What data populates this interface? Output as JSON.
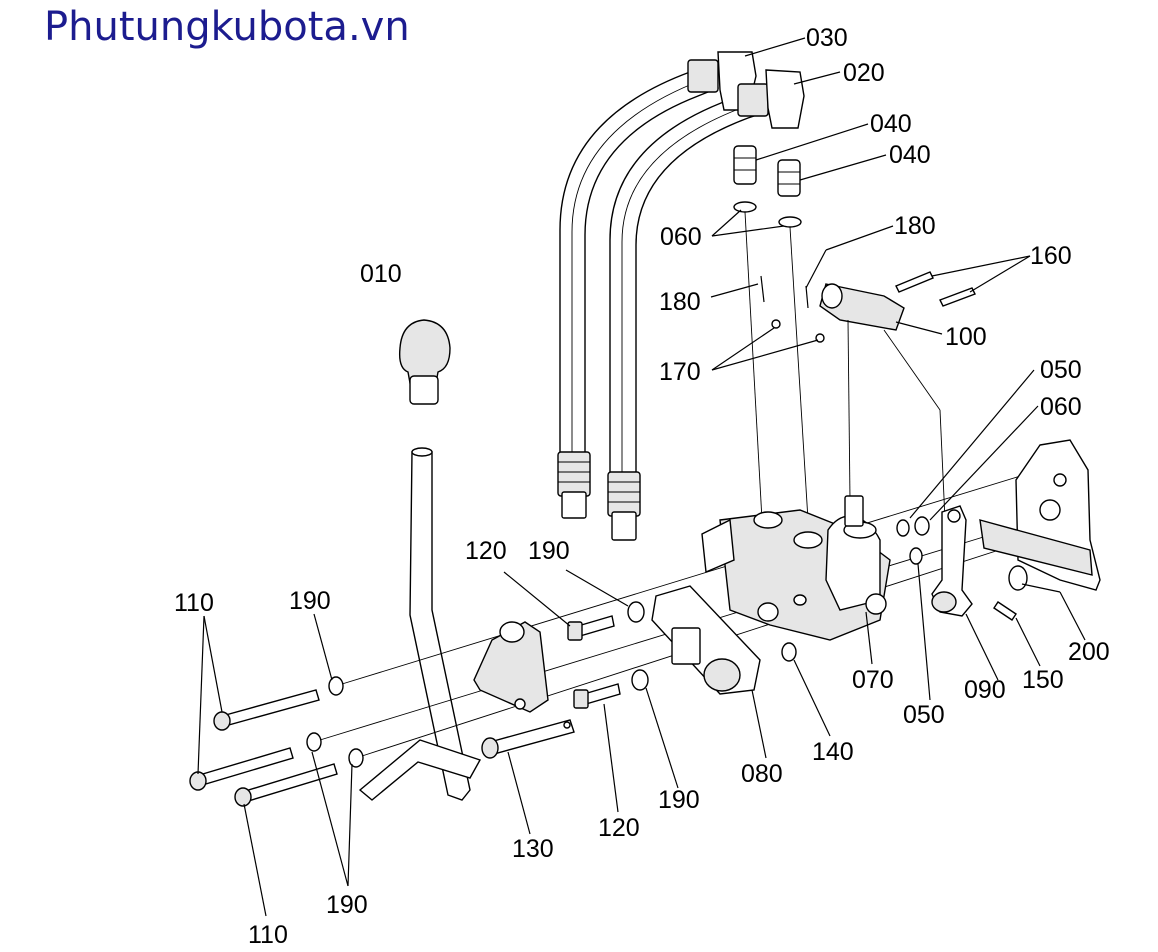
{
  "site": {
    "title": "Phutungkubota.vn",
    "title_color": "#1c1c8f"
  },
  "callouts": [
    {
      "id": "030",
      "text": "030"
    },
    {
      "id": "020",
      "text": "020"
    },
    {
      "id": "040a",
      "text": "040"
    },
    {
      "id": "040b",
      "text": "040"
    },
    {
      "id": "060a",
      "text": "060"
    },
    {
      "id": "180a",
      "text": "180"
    },
    {
      "id": "160",
      "text": "160"
    },
    {
      "id": "010",
      "text": "010"
    },
    {
      "id": "180b",
      "text": "180"
    },
    {
      "id": "100",
      "text": "100"
    },
    {
      "id": "170",
      "text": "170"
    },
    {
      "id": "050a",
      "text": "050"
    },
    {
      "id": "060b",
      "text": "060"
    },
    {
      "id": "120a",
      "text": "120"
    },
    {
      "id": "190a",
      "text": "190"
    },
    {
      "id": "110a",
      "text": "110"
    },
    {
      "id": "190b",
      "text": "190"
    },
    {
      "id": "200",
      "text": "200"
    },
    {
      "id": "070",
      "text": "070"
    },
    {
      "id": "090",
      "text": "090"
    },
    {
      "id": "150",
      "text": "150"
    },
    {
      "id": "050b",
      "text": "050"
    },
    {
      "id": "140",
      "text": "140"
    },
    {
      "id": "080",
      "text": "080"
    },
    {
      "id": "190c",
      "text": "190"
    },
    {
      "id": "120b",
      "text": "120"
    },
    {
      "id": "130",
      "text": "130"
    },
    {
      "id": "190d",
      "text": "190"
    },
    {
      "id": "110b",
      "text": "110"
    }
  ]
}
